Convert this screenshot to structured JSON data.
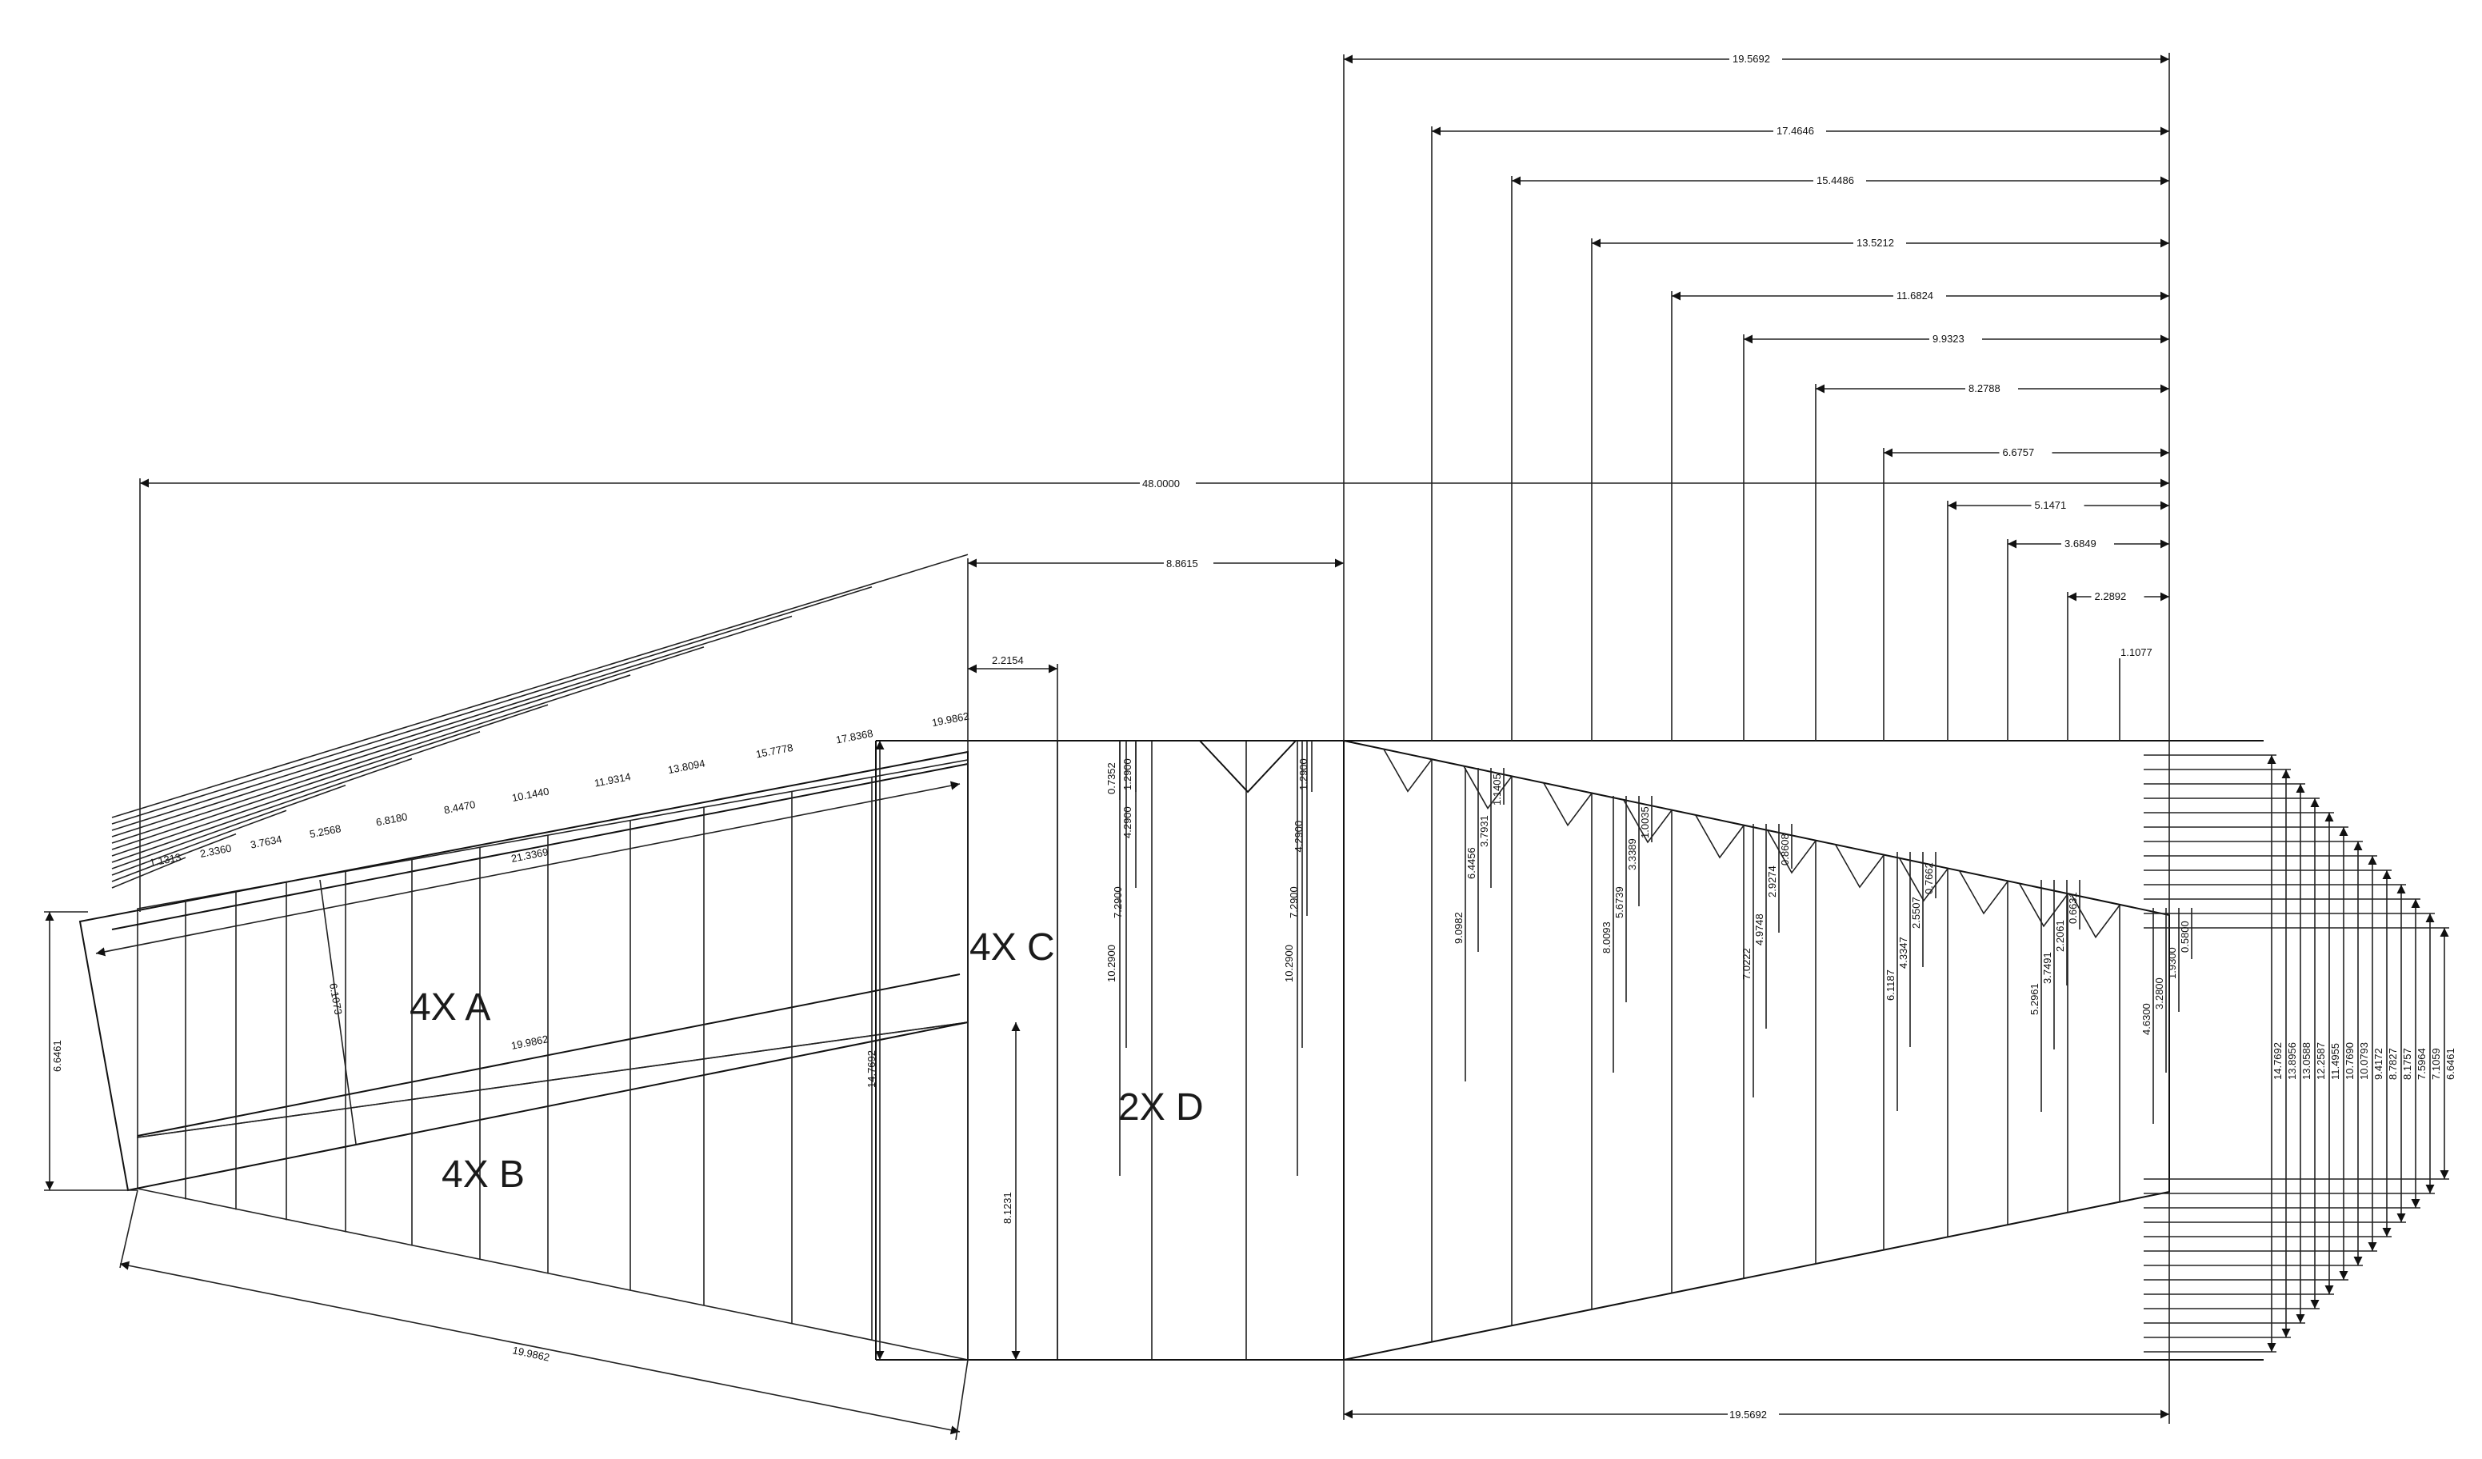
{
  "part_labels": {
    "a": "4X A",
    "b": "4X B",
    "c": "4X C",
    "d": "2X D"
  },
  "colors": {
    "line": "#111111",
    "shade_a": "#b8b8b8",
    "shade_b": "#e2e2e2",
    "shade_c": "#a9a9a9",
    "shade_d": "#dedede",
    "background": "#ffffff"
  },
  "dimensions": {
    "top_horizontal": [
      "19.5692",
      "17.4646",
      "15.4486",
      "13.5212",
      "11.6824",
      "9.9323",
      "8.2788",
      "6.6757",
      "5.1471",
      "3.6849",
      "2.2892",
      "1.1077"
    ],
    "overall_width": "48.0000",
    "c_offset": "8.8615",
    "c_width": "2.2154",
    "bottom_width": "19.5692",
    "a_stations": [
      "1.1313",
      "2.3360",
      "3.7634",
      "5.2568",
      "6.8180",
      "8.4470",
      "10.1440",
      "11.9314",
      "13.8094",
      "15.7778",
      "17.8368",
      "19.9862"
    ],
    "a_length": "21.3369",
    "a_height": "6.6461",
    "a_diag": "6.1073",
    "a_inner_length": "19.9862",
    "b_length": "19.9862",
    "c_height": "14.7692",
    "c_lower": "8.1231",
    "d_left": [
      "0.7352",
      "1.2900",
      "4.2900",
      "7.2900",
      "10.2900"
    ],
    "d_right": [
      "1.2900",
      "4.2900",
      "7.2900",
      "10.2900"
    ],
    "right_profile": [
      "1.1405",
      "3.7931",
      "6.4456",
      "9.0982",
      "1.0035",
      "3.3389",
      "5.6739",
      "8.0093",
      "0.8608",
      "2.9274",
      "4.9748",
      "7.0222",
      "0.7662",
      "2.5507",
      "4.3347",
      "6.1187",
      "0.6631",
      "2.2061",
      "3.7491",
      "5.2961",
      "0.5800",
      "1.9300",
      "3.2800",
      "4.6300"
    ],
    "right_stack": [
      "14.7692",
      "13.8956",
      "13.0588",
      "12.2587",
      "11.4955",
      "10.7690",
      "10.0793",
      "9.4172",
      "8.7827",
      "8.1757",
      "7.5964",
      "7.1059",
      "6.6461"
    ]
  }
}
